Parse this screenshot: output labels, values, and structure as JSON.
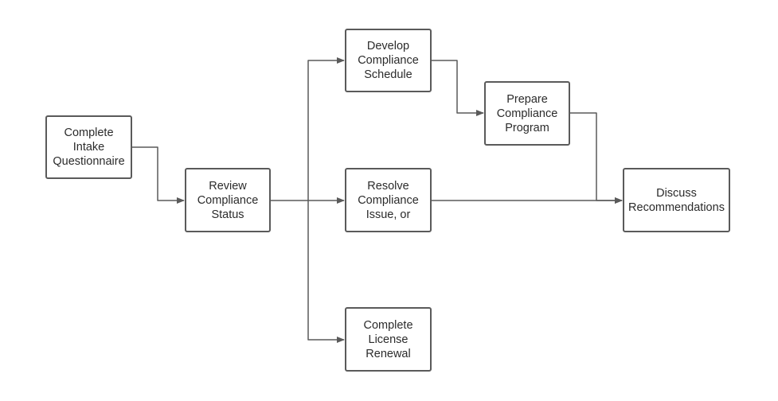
{
  "diagram": {
    "nodes": {
      "intake": "Complete\nIntake\nQuestionnaire",
      "review": "Review\nCompliance\nStatus",
      "develop": "Develop\nCompliance\nSchedule",
      "prepare": "Prepare\nCompliance\nProgram",
      "resolve": "Resolve\nCompliance\nIssue, or",
      "discuss": "Discuss\nRecommendations",
      "renewal": "Complete\nLicense\nRenewal"
    },
    "edges": [
      {
        "from": "intake",
        "to": "review"
      },
      {
        "from": "review",
        "to": "develop"
      },
      {
        "from": "review",
        "to": "resolve"
      },
      {
        "from": "review",
        "to": "renewal"
      },
      {
        "from": "develop",
        "to": "prepare"
      },
      {
        "from": "prepare",
        "to": "discuss"
      },
      {
        "from": "resolve",
        "to": "discuss"
      }
    ],
    "colors": {
      "stroke": "#5a5a5a",
      "text": "#2b2b2b",
      "background": "#ffffff"
    }
  }
}
